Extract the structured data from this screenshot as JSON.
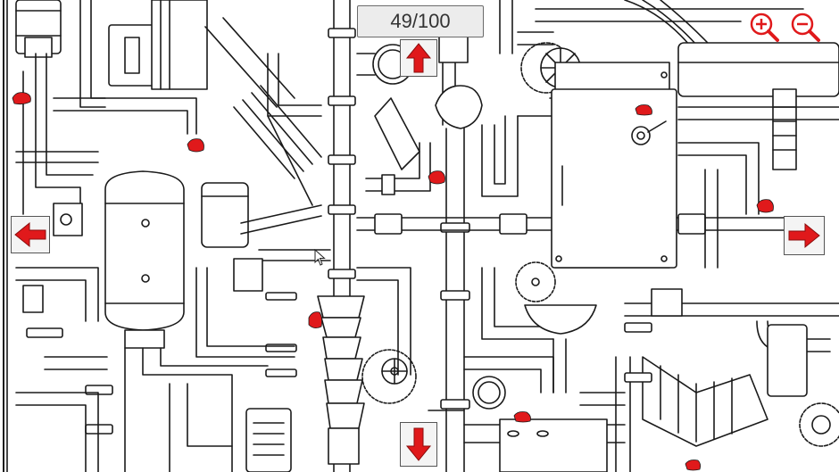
{
  "hud": {
    "found_count": 49,
    "total_count": 100,
    "counter_text": "49/100"
  },
  "controls": {
    "zoom_in_icon": "magnifier-plus-icon",
    "zoom_out_icon": "magnifier-minus-icon",
    "nav_up_icon": "arrow-up-icon",
    "nav_down_icon": "arrow-down-icon",
    "nav_left_icon": "arrow-left-icon",
    "nav_right_icon": "arrow-right-icon"
  },
  "colors": {
    "accent_red": "#e0191b",
    "line": "#1a1a1a",
    "hud_bg": "#ececec"
  }
}
